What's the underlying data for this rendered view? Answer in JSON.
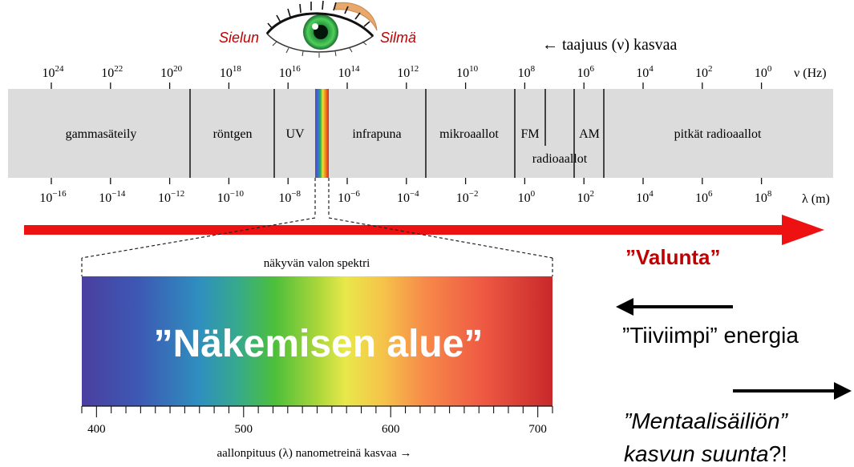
{
  "eye": {
    "left_label": "Sielun",
    "right_label": "Silmä"
  },
  "frequency": {
    "direction_text": "← taajuus (ν) kasvaa",
    "unit": "ν (Hz)",
    "ticks": [
      {
        "base": "10",
        "exp": "24"
      },
      {
        "base": "10",
        "exp": "22"
      },
      {
        "base": "10",
        "exp": "20"
      },
      {
        "base": "10",
        "exp": "18"
      },
      {
        "base": "10",
        "exp": "16"
      },
      {
        "base": "10",
        "exp": "14"
      },
      {
        "base": "10",
        "exp": "12"
      },
      {
        "base": "10",
        "exp": "10"
      },
      {
        "base": "10",
        "exp": "8"
      },
      {
        "base": "10",
        "exp": "6"
      },
      {
        "base": "10",
        "exp": "4"
      },
      {
        "base": "10",
        "exp": "2"
      },
      {
        "base": "10",
        "exp": "0"
      }
    ]
  },
  "wavelength": {
    "unit": "λ (m)",
    "ticks": [
      {
        "base": "10",
        "exp": "−16"
      },
      {
        "base": "10",
        "exp": "−14"
      },
      {
        "base": "10",
        "exp": "−12"
      },
      {
        "base": "10",
        "exp": "−10"
      },
      {
        "base": "10",
        "exp": "−8"
      },
      {
        "base": "10",
        "exp": "−6"
      },
      {
        "base": "10",
        "exp": "−4"
      },
      {
        "base": "10",
        "exp": "−2"
      },
      {
        "base": "10",
        "exp": "0"
      },
      {
        "base": "10",
        "exp": "2"
      },
      {
        "base": "10",
        "exp": "4"
      },
      {
        "base": "10",
        "exp": "6"
      },
      {
        "base": "10",
        "exp": "8"
      }
    ]
  },
  "bands": {
    "gamma": "gammasäteily",
    "xray": "röntgen",
    "uv": "UV",
    "infrared": "infrapuna",
    "microwave": "mikroaallot",
    "fm": "FM",
    "am": "AM",
    "radio": "radioaallot",
    "longwave": "pitkät radioaallot"
  },
  "visible": {
    "title": "näkyvän valon spektri",
    "big_label": "”Näkemisen alue”",
    "axis_label": "aallonpituus (λ) nanometreinä kasvaa →",
    "ticks": [
      "400",
      "500",
      "600",
      "700"
    ]
  },
  "annotations": {
    "flow": "”Valunta”",
    "energy": "”Tiiviimpi” energia",
    "mental_line1": "”Mentaalisäiliön”",
    "mental_line2_italic": "kasvun suunta",
    "mental_line2_rest": "?!"
  },
  "colors": {
    "band_fill": "#dcdcdc",
    "red": "#ee1111",
    "label_red": "#c00000",
    "arrow_black": "#000000"
  }
}
